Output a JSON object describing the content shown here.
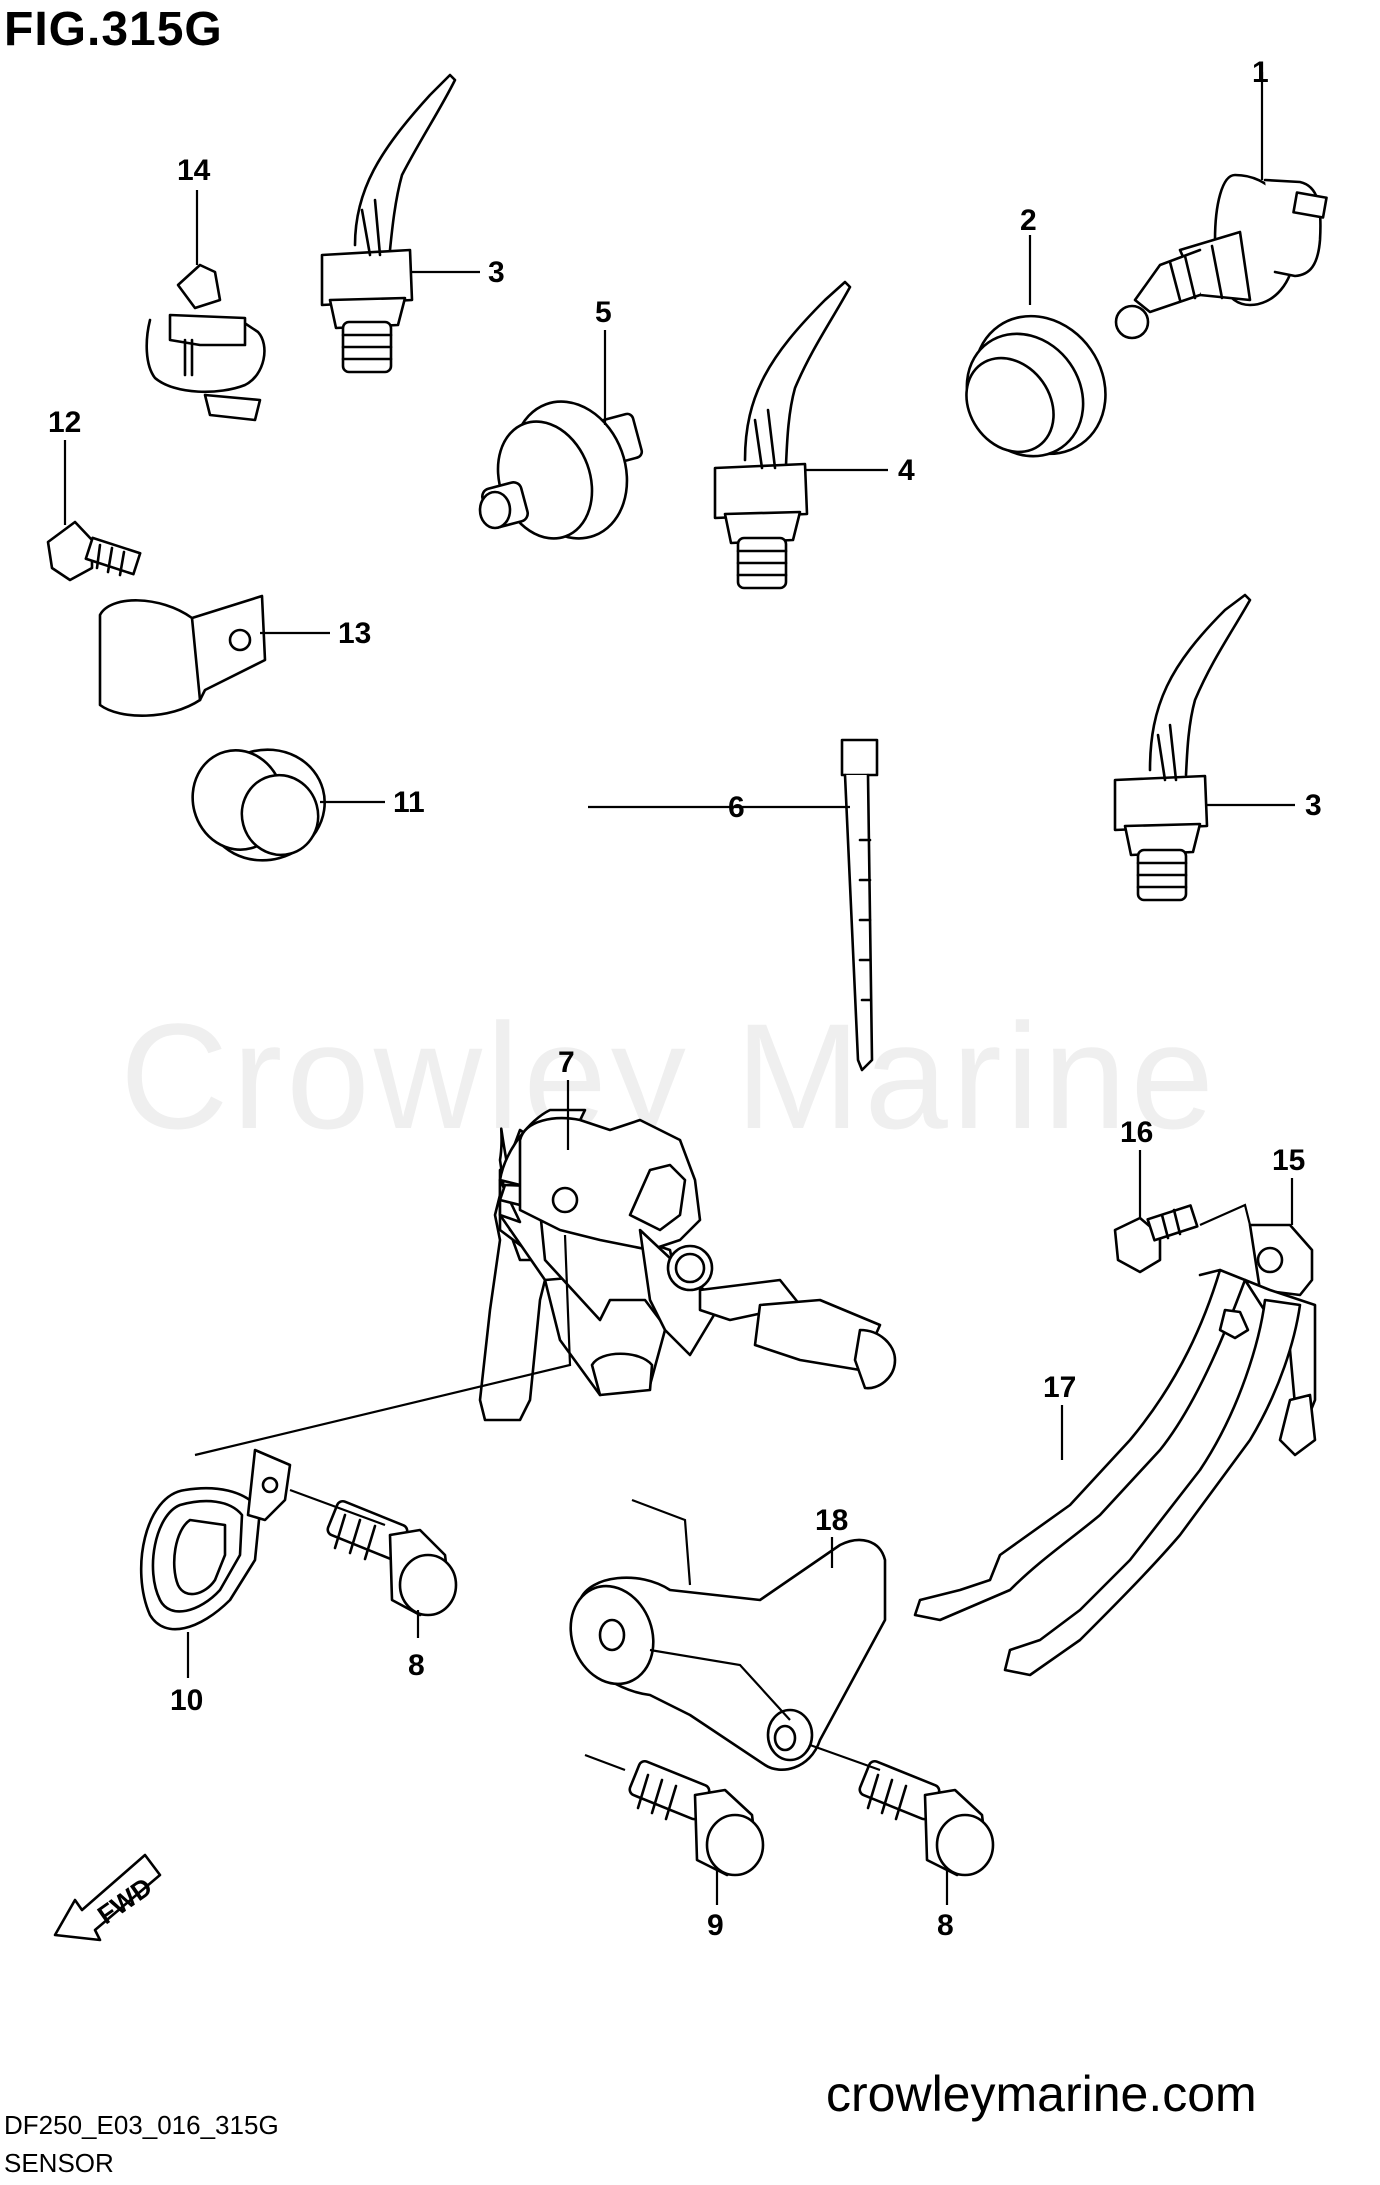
{
  "figure_title": "FIG.315G",
  "watermark": "Crowley Marine",
  "website": "crowleymarine.com",
  "diagram_code": "DF250_E03_016_315G",
  "section_name": "SENSOR",
  "fwd_label": "FWD",
  "callouts": {
    "c1": "1",
    "c2": "2",
    "c3a": "3",
    "c3b": "3",
    "c4": "4",
    "c5": "5",
    "c6": "6",
    "c7": "7",
    "c8a": "8",
    "c8b": "8",
    "c9": "9",
    "c10": "10",
    "c11": "11",
    "c12": "12",
    "c13": "13",
    "c14": "14",
    "c15": "15",
    "c16": "16",
    "c17": "17",
    "c18": "18"
  }
}
